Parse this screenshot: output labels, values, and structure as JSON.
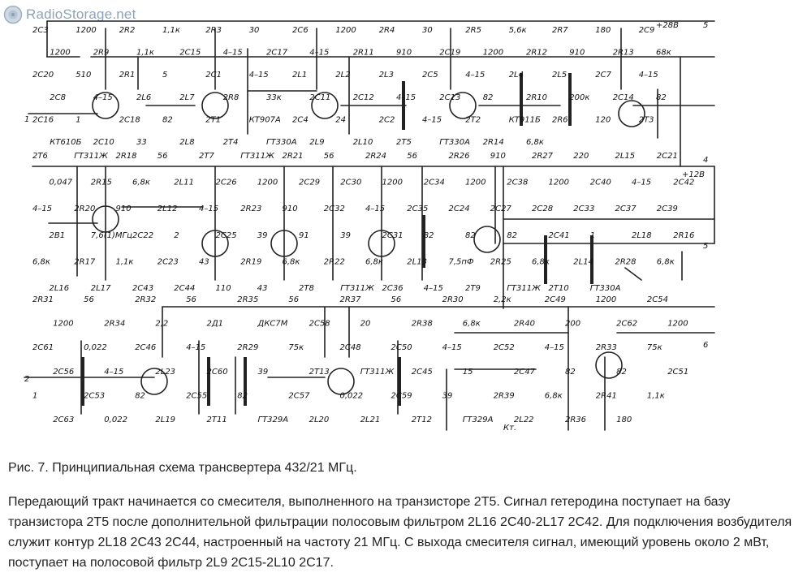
{
  "site": {
    "logo_text": "RadioStorage.net"
  },
  "figure": {
    "caption": "Рис. 7. Принципиальная схема трансвертера 432/21 МГц.",
    "paragraph": "Передающий тракт начинается со смесителя, выполненного на транзисторе 2Т5. Сигнал гетеродина поступает на базу транзистора 2Т5 после дополнительной фильтрации полосовым фильтром 2L16 2С40-2L17 2С42. Для подключения возбудителя служит контур 2L18 2С43 2С44, настроенный на частоту 21 МГц. С выхода смесителя сигнал, имеющий уровень около 2 мВт, поступает на полосовой фильтр 2L9 2С15-2L10 2С17."
  },
  "schematic": {
    "connectors": {
      "c1": "1",
      "c5top": "5",
      "c4": "4",
      "c5mid": "5",
      "c2": "2",
      "c6": "6",
      "kt": "Кт."
    },
    "rails": {
      "plus28": "+28В",
      "plus12": "+12В"
    },
    "labels": {
      "top": [
        "2С3",
        "1200",
        "2R2",
        "1,1к",
        "2R3",
        "30",
        "2С6",
        "1200",
        "2R4",
        "30",
        "2R5",
        "5,6к",
        "2R7",
        "180",
        "2С9",
        "1200",
        "2R9",
        "1,1к",
        "2С15",
        "4–15",
        "2С17",
        "4–15",
        "2R11",
        "910",
        "2С19",
        "1200",
        "2R12",
        "910",
        "2R13",
        "68к",
        "2С20",
        "510",
        "2R1",
        "5",
        "2С1",
        "4–15",
        "2L1",
        "2L2",
        "2L3",
        "2С5",
        "4–15",
        "2L4",
        "2L5",
        "2С7",
        "4–15",
        "2С8",
        "4–15",
        "2L6",
        "2L7",
        "2R8",
        "33к",
        "2С11",
        "2С12",
        "4–15",
        "2С13",
        "82",
        "2R10",
        "200к",
        "2С14",
        "82",
        "2С16",
        "1",
        "2С18",
        "82",
        "2Т1",
        "КТ907А",
        "2С4",
        "24",
        "2С2",
        "4–15",
        "2Т2",
        "КТ911Б",
        "2R6",
        "120",
        "2Т3",
        "КТ610Б",
        "2С10",
        "33",
        "2L8",
        "2Т4",
        "ГТ330А",
        "2L9",
        "2L10",
        "2Т5",
        "ГТ330А",
        "2R14",
        "6,8к"
      ],
      "middle": [
        "2Т6",
        "ГТ311Ж",
        "2R18",
        "56",
        "2Т7",
        "ГТ311Ж",
        "2R21",
        "56",
        "2R24",
        "56",
        "2R26",
        "910",
        "2R27",
        "220",
        "2L15",
        "2С21",
        "0,047",
        "2R15",
        "6,8к",
        "2L11",
        "2С26",
        "1200",
        "2С29",
        "2С30",
        "1200",
        "2С34",
        "1200",
        "2С38",
        "1200",
        "2С40",
        "4–15",
        "2С42",
        "4–15",
        "2R20",
        "910",
        "2L12",
        "4–15",
        "2R23",
        "910",
        "2С32",
        "4–15",
        "2С35",
        "2С24",
        "2С27",
        "2С28",
        "2С33",
        "2С37",
        "2С39",
        "2В1",
        "7,6(1)МГц",
        "2С22",
        "2",
        "2С25",
        "39",
        "91",
        "39",
        "2С31",
        "82",
        "82",
        "82",
        "2С41",
        "1",
        "2L18",
        "2R16",
        "6,8к",
        "2R17",
        "1,1к",
        "2С23",
        "43",
        "2R19",
        "6,8к",
        "2R22",
        "6,8к",
        "2L13",
        "7,5пФ",
        "2R25",
        "6,8к",
        "2L14",
        "2R28",
        "6,8к",
        "2L16",
        "2L17",
        "2С43",
        "2С44",
        "110",
        "43",
        "2Т8",
        "ГТ311Ж",
        "2С36",
        "4–15",
        "2Т9",
        "ГТ311Ж",
        "2Т10",
        "ГТ330А"
      ],
      "bottom": [
        "2R31",
        "56",
        "2R32",
        "56",
        "2R35",
        "56",
        "2R37",
        "56",
        "2R30",
        "2,2к",
        "2С49",
        "1200",
        "2С54",
        "1200",
        "2R34",
        "2,2",
        "2Д1",
        "ДКС7М",
        "2С58",
        "20",
        "2R38",
        "6,8к",
        "2R40",
        "200",
        "2С62",
        "1200",
        "2С61",
        "0,022",
        "2С46",
        "4–15",
        "2R29",
        "75к",
        "2С48",
        "2С50",
        "4–15",
        "2С52",
        "4–15",
        "2R33",
        "75к",
        "2С56",
        "4–15",
        "2L23",
        "2С60",
        "39",
        "2Т13",
        "ГТ311Ж",
        "2С45",
        "15",
        "2С47",
        "82",
        "82",
        "2С51",
        "1",
        "2С53",
        "82",
        "2С55",
        "82",
        "2С57",
        "0,022",
        "2С59",
        "39",
        "2R39",
        "6,8к",
        "2R41",
        "1,1к",
        "2С63",
        "0,022",
        "2L19",
        "2Т11",
        "ГТ329А",
        "2L20",
        "2L21",
        "2Т12",
        "ГТ329А",
        "2L22",
        "2R36",
        "180"
      ]
    }
  }
}
